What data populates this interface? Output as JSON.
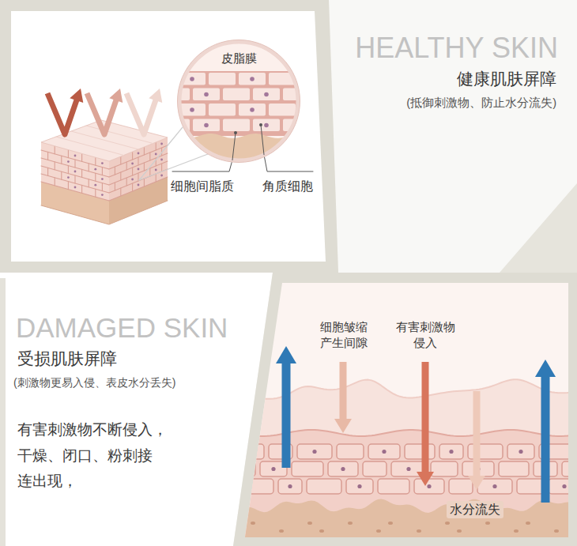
{
  "diagram": {
    "nodes": [
      {
        "text": [
          "皮脂膜"
        ]
      }
    ],
    "labels": [
      "HEALTHY SKIN",
      "健康肌肤屏障",
      "(抵御刺激物、防止水分流失)",
      "细胞间脂质",
      "角质细胞",
      "DAMAGED SKIN",
      "受损肌肤屏障",
      "(刺激物更易入侵、表皮水分丢失)",
      "有害刺激物不断侵入， 干燥、闭口、粉刺接 连出现，",
      "细胞皱缩 产生间隙",
      "有害刺激物 侵入",
      "水分流失"
    ]
  }
}
